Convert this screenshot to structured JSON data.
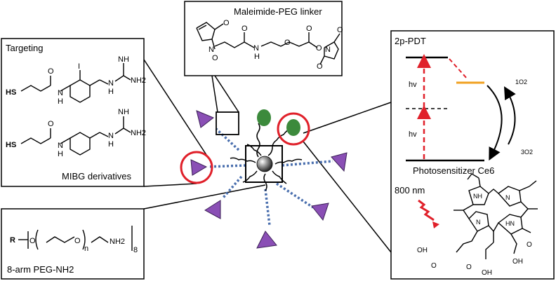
{
  "maleimide_panel": {
    "title": "Maleimide-PEG linker",
    "atoms": {
      "o1": "O",
      "o2": "O",
      "n1": "N",
      "nh": "N",
      "h": "H",
      "o_carbonyl": "O",
      "o_ether": "O",
      "o_ester_carbonyl": "O",
      "o_ester": "O",
      "n2": "N",
      "o3": "O",
      "o4": "O"
    }
  },
  "targeting_panel": {
    "title": "Targeting",
    "caption": "MIBG derivatives",
    "mol1": {
      "hs": "HS",
      "o": "O",
      "n": "N",
      "h": "H",
      "iodo": "I",
      "nh_imine": "NH",
      "n_amine": "N",
      "h_amine": "H",
      "nh2": "NH2"
    },
    "mol2": {
      "hs": "HS",
      "o": "O",
      "n": "N",
      "h": "H",
      "nh_imine": "NH",
      "n_amine": "N",
      "h_amine": "H",
      "nh2": "NH2"
    }
  },
  "peg_panel": {
    "r": "R",
    "o_left": "O",
    "o_right": "O",
    "n_sub": "n",
    "nh2": "NH2",
    "subscript_8": "8",
    "caption": "8-arm PEG-NH2"
  },
  "pdt_panel": {
    "title": "2p-PDT",
    "hv_top": "hv",
    "hv_bottom": "hv",
    "singlet_oxygen": "1O2",
    "triplet_oxygen": "3O2",
    "ps_label": "Photosensitizer Ce6",
    "wavelength": "800 nm",
    "atoms": {
      "nh": "NH",
      "n1": "N",
      "n2": "N",
      "hn": "HN",
      "oh1": "OH",
      "o1": "O",
      "oh2": "OH",
      "o2": "O",
      "o3": "O",
      "oh3": "OH"
    }
  },
  "colors": {
    "ligand_purple": "#8a4fb5",
    "bead_green": "#3c8a3c",
    "highlight_red": "#e0202a",
    "linker_blue": "#4a6fae",
    "triplet_orange": "#f0a020"
  }
}
